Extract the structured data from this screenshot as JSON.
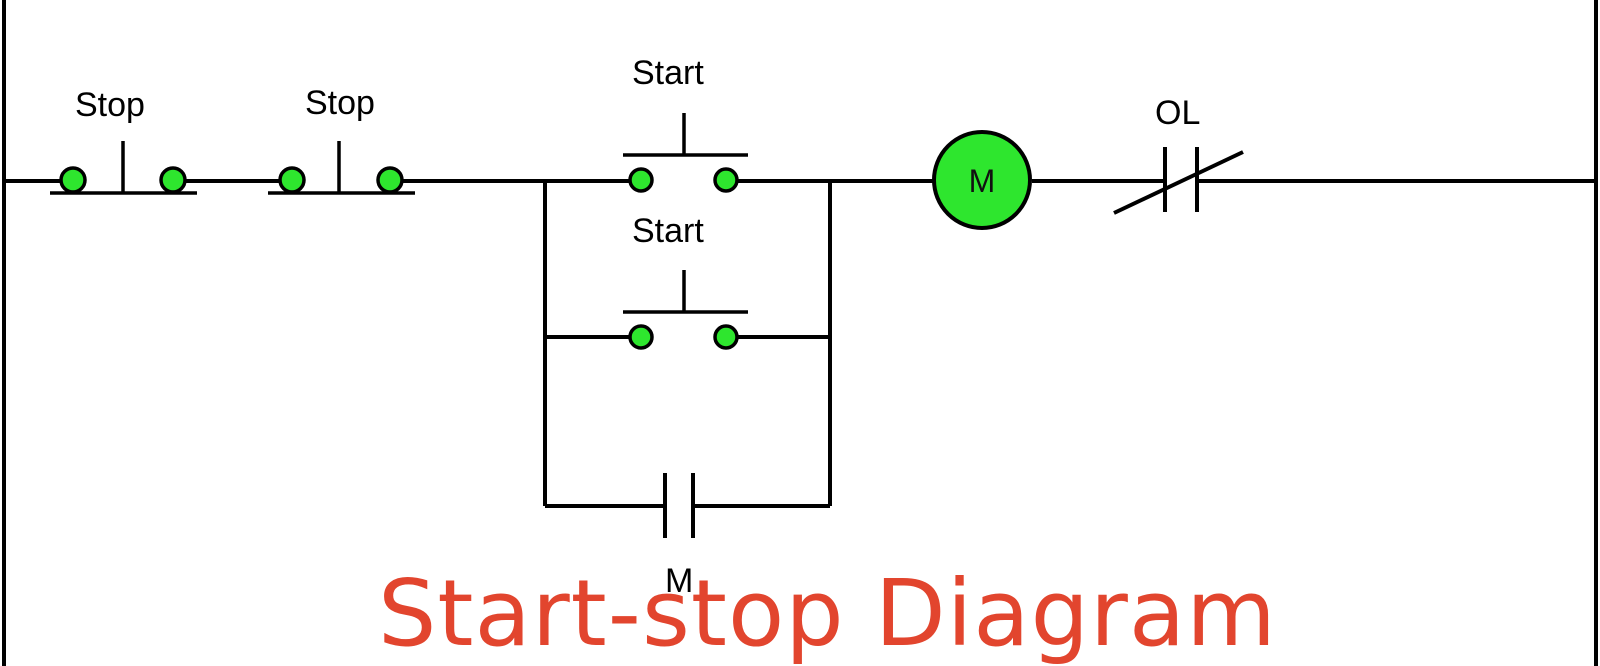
{
  "labels": {
    "stop_1": "Stop",
    "stop_2": "Stop",
    "start_1": "Start",
    "start_2": "Start",
    "motor": "M",
    "overload": "OL",
    "aux_contact": "M"
  },
  "title": "Start-stop Diagram",
  "colors": {
    "terminal": "#2ee62e",
    "motor_fill": "#2ee62e",
    "wire": "#000000",
    "title": "#e2452e",
    "background": "#ffffff"
  }
}
